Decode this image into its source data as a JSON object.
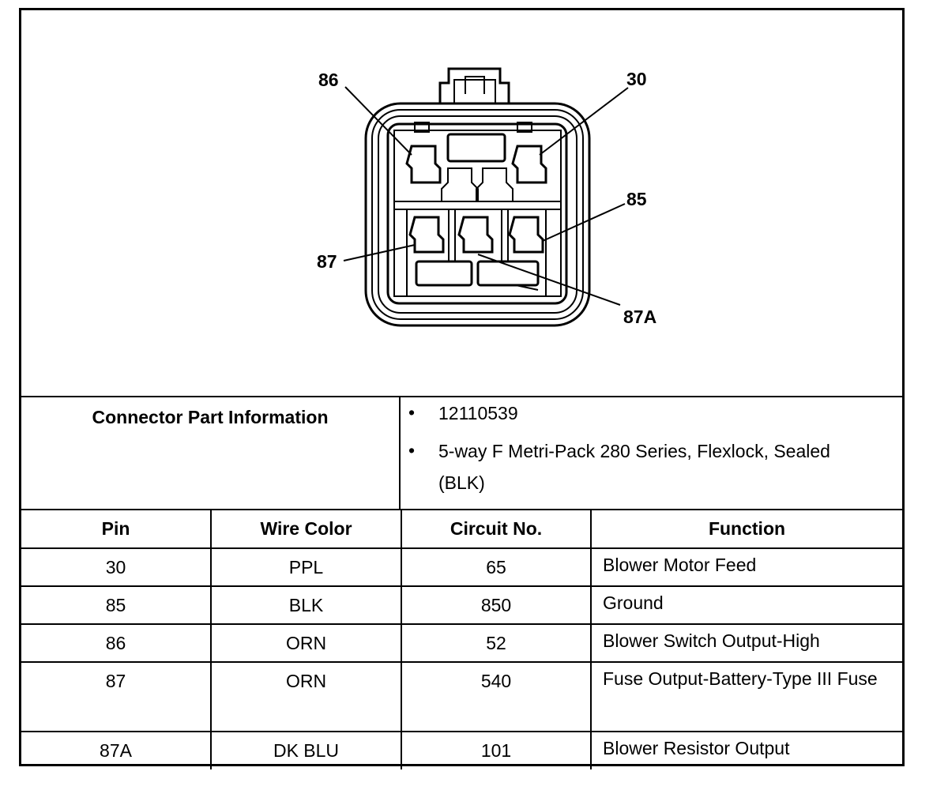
{
  "connector": {
    "pin_labels": [
      {
        "id": "86",
        "text": "86"
      },
      {
        "id": "30",
        "text": "30"
      },
      {
        "id": "85",
        "text": "85"
      },
      {
        "id": "87",
        "text": "87"
      },
      {
        "id": "87a",
        "text": "87A"
      }
    ]
  },
  "part_info": {
    "title": "Connector Part Information",
    "bullet_glyph": "•",
    "items": [
      "12110539",
      "5-way F Metri-Pack 280 Series, Flexlock, Sealed (BLK)"
    ]
  },
  "pin_table": {
    "headers": [
      "Pin",
      "Wire Color",
      "Circuit No.",
      "Function"
    ],
    "rows": [
      {
        "pin": "30",
        "wire_color": "PPL",
        "circuit": "65",
        "function": "Blower Motor Feed"
      },
      {
        "pin": "85",
        "wire_color": "BLK",
        "circuit": "850",
        "function": "Ground"
      },
      {
        "pin": "86",
        "wire_color": "ORN",
        "circuit": "52",
        "function": "Blower Switch Output-High"
      },
      {
        "pin": "87",
        "wire_color": "ORN",
        "circuit": "540",
        "function": "Fuse Output-Battery-Type III Fuse"
      },
      {
        "pin": "87A",
        "wire_color": "DK BLU",
        "circuit": "101",
        "function": "Blower Resistor Output"
      }
    ]
  }
}
